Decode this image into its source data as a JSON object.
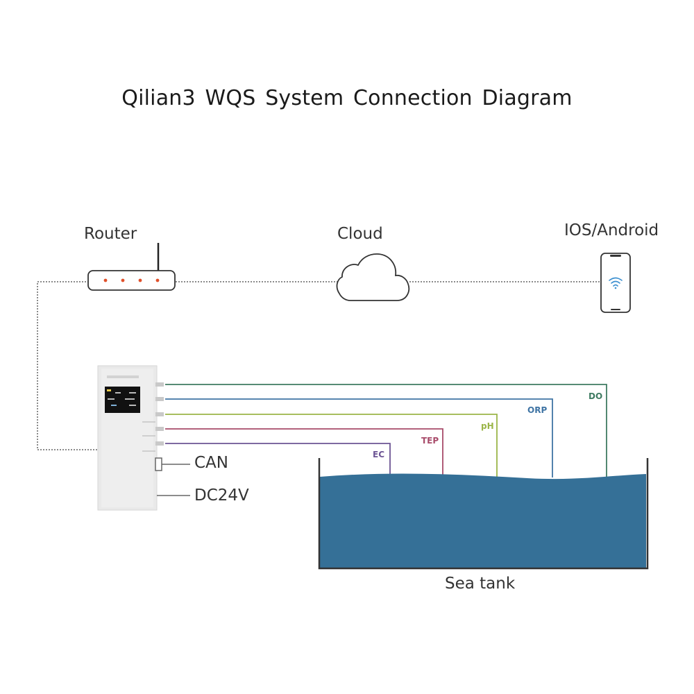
{
  "title": "Qilian3 WQS System Connection Diagram",
  "nodes": {
    "router": "Router",
    "cloud": "Cloud",
    "phone": "IOS/Android",
    "tank": "Sea tank"
  },
  "ports": {
    "can": "CAN",
    "dc": "DC24V"
  },
  "probes": [
    {
      "label": "DO",
      "color": "#3f7b62"
    },
    {
      "label": "ORP",
      "color": "#3f74a4"
    },
    {
      "label": "pH",
      "color": "#9bb548"
    },
    {
      "label": "TEP",
      "color": "#a84b6a"
    },
    {
      "label": "EC",
      "color": "#6c5494"
    }
  ],
  "colors": {
    "water": "#357097",
    "router_led": "#e0502a",
    "device_body": "#e9e9e9"
  },
  "icons": {
    "router": "router-icon",
    "cloud": "cloud-icon",
    "phone": "smartphone-icon",
    "wifi": "wifi-icon"
  }
}
